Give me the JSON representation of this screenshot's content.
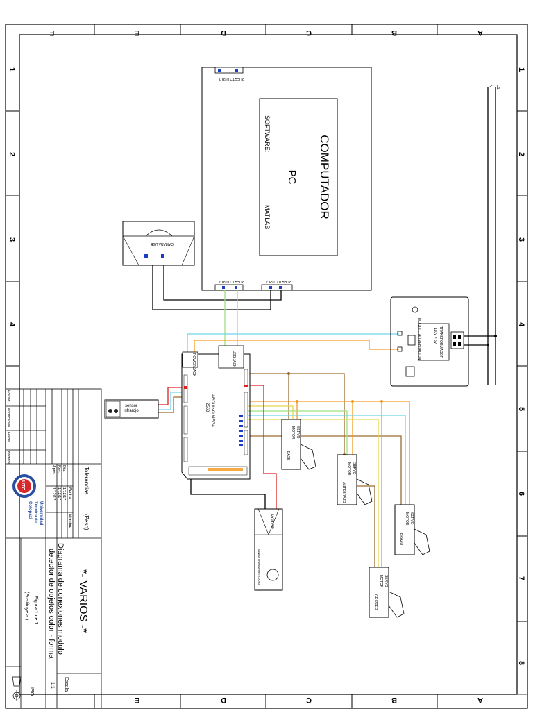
{
  "zones": [
    "F",
    "E",
    "D",
    "C",
    "B",
    "A"
  ],
  "rows": [
    "1",
    "2",
    "3",
    "4",
    "5",
    "6",
    "7",
    "8"
  ],
  "pc": {
    "title": "COMPUTADOR",
    "subtitle": "PC",
    "software_label": "SOFTWARE:",
    "software_value": "MATLAB",
    "usb_port_1": "PUERTO USB 1",
    "usb_port_2a": "PUERTO USB 2",
    "usb_port_2b": "PUERTO USB 2"
  },
  "camera": {
    "label": "CAMARA USB"
  },
  "arduino": {
    "label_1": "ARDUINO MEGA",
    "label_2": "2560",
    "usb_jack": "USB JACK",
    "power_jack": "POWER JACK"
  },
  "sensor": {
    "label_1": "sensor",
    "label_2": "infrarojo"
  },
  "power_module": {
    "label": "MODULO ALIMENTACION",
    "transformer_1": "TRANSFORMADOR",
    "transformer_2": "110V > 5V"
  },
  "mains": {
    "l1": "L1",
    "n": "N"
  },
  "servos": [
    {
      "line_1": "SERVO",
      "line_2": "MOTOR",
      "name": "BASE"
    },
    {
      "line_1": "SERVO",
      "line_2": "MOTOR",
      "name": "ANTEBRAZO"
    },
    {
      "line_1": "SERVO",
      "line_2": "MOTOR",
      "name": "BRAZO"
    },
    {
      "line_1": "SERVO",
      "line_2": "MOTOR",
      "name": "GRIPPER"
    }
  ],
  "motor": {
    "line_1": "MOTOR",
    "name": "BANDA TRANSPORTADORA"
  },
  "title_block": {
    "tolerancias": "Tolerancias",
    "peso": "(Peso)",
    "fecha": "Fecha",
    "nombre": "Nombre",
    "dib": "Dib.",
    "rev": "Rev.",
    "apro": "Apro.",
    "date": "1/12/17",
    "title": "*- VARIOS -*",
    "desc_1": "Diagrama de conexiones modulo",
    "desc_2": "detector de objetos color - forma",
    "fig": "Figura 1 de 1",
    "sust": "(Sustituye a:)",
    "escala_label": "Escala",
    "escala": "1:1",
    "iso": "ISO",
    "university_1": "Universidad",
    "university_2": "Técnica de",
    "university_3": "Cotopaxi",
    "logo_text": "UTC",
    "edic": "Edición",
    "modif": "Modificación",
    "fecha2": "Fecha",
    "nombre2": "Nombre"
  },
  "colors": {
    "wire_cyan": "#6fd3e6",
    "wire_orange": "#f59a23",
    "wire_brown": "#9b6a2e",
    "wire_green": "#9fe07f",
    "wire_yellow": "#e6d84c",
    "wire_red": "#e02020",
    "logo_red": "#d8262d",
    "logo_blue": "#2a4ea0",
    "pin_blue": "#1a3cc8"
  }
}
